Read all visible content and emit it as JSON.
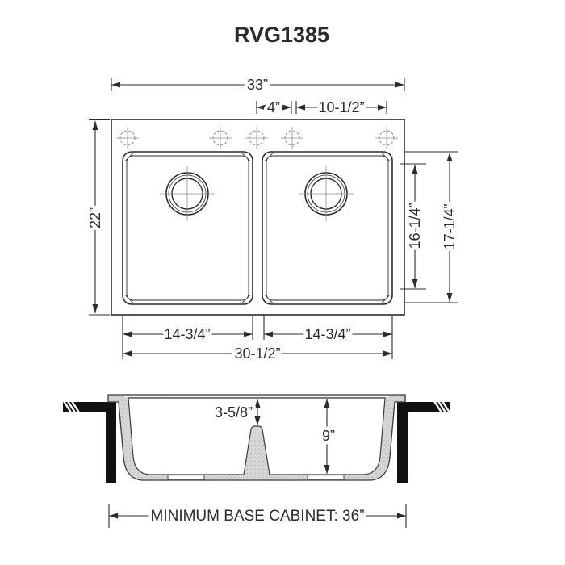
{
  "title": "RVG1385",
  "colors": {
    "line": "#2b2b2b",
    "hole": "#8c8c8c",
    "wall": "#d7d7d7",
    "black": "#111111",
    "bg": "#ffffff"
  },
  "top_view": {
    "overall_width": "33”",
    "faucet_spacing_left": "4”",
    "faucet_spacing_right": "10-1/2”",
    "overall_depth": "22”",
    "bowl_inner_depth": "16-1/4”",
    "bowl_outer_depth": "17-1/4”",
    "left_bowl_width": "14-3/4”",
    "right_bowl_width": "14-3/4”",
    "bowls_overall_width": "30-1/2”"
  },
  "section_view": {
    "divider_depth": "3-5/8”",
    "bowl_depth": "9”"
  },
  "footer": {
    "cabinet_note": "MINIMUM BASE CABINET: 36”"
  }
}
